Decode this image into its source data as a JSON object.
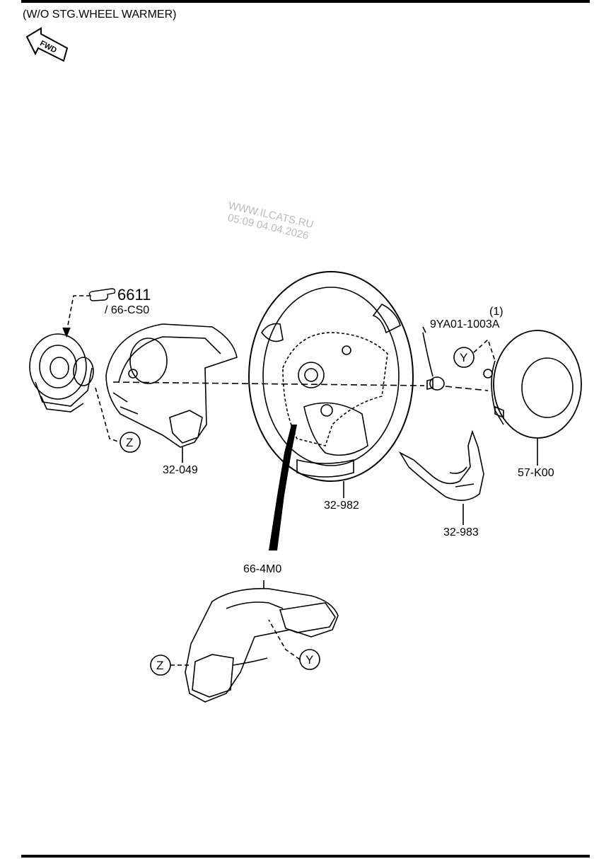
{
  "header": {
    "title": "(W/O STG.WHEEL WARMER)"
  },
  "fwd_badge": {
    "text": "FWD",
    "icon": "fwd-arrow-icon"
  },
  "watermark": {
    "line1": "WWW.ILCATS.RU",
    "line2": "05:09 04.04.2026"
  },
  "reference": {
    "code": "6611",
    "sub": "/ 66-CS0",
    "icon": "pointing-hand-icon"
  },
  "parts": {
    "p1": "32-049",
    "p2": "32-982",
    "p3": "32-983",
    "p4": "57-K00",
    "p5": "66-4M0",
    "p6": "9YA01-1003A"
  },
  "quantity": "(1)",
  "markers": {
    "y": "Y",
    "z": "Z"
  }
}
